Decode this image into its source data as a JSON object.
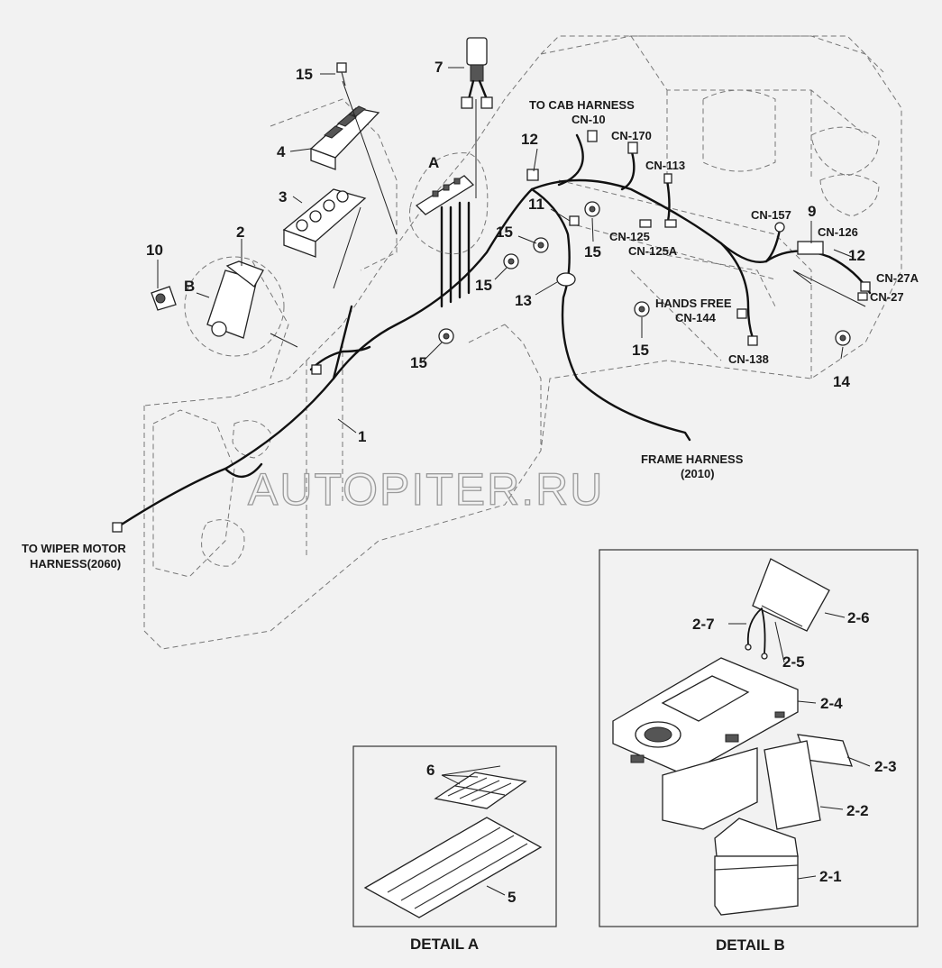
{
  "watermark": "AUTOPITER.RU",
  "labels": {
    "n15a": "15",
    "n7": "7",
    "n4": "4",
    "n3": "3",
    "n2": "2",
    "n10": "10",
    "nB": "B",
    "nA": "A",
    "n12a": "12",
    "n11": "11",
    "n15b": "15",
    "n15c": "15",
    "n15d": "15",
    "n13": "13",
    "n15e": "15",
    "n15f": "15",
    "n1": "1",
    "n9": "9",
    "n12b": "12",
    "n14": "14"
  },
  "connectors": {
    "to_cab_1": "TO CAB HARNESS",
    "to_cab_2": "CN-10",
    "cn170": "CN-170",
    "cn113": "CN-113",
    "cn157": "CN-157",
    "cn126": "CN-126",
    "cn125": "CN-125",
    "cn125a": "CN-125A",
    "cn27a": "CN-27A",
    "cn27": "CN-27",
    "hands_free_1": "HANDS FREE",
    "hands_free_2": "CN-144",
    "cn138": "CN-138",
    "frame_1": "FRAME HARNESS",
    "frame_2": "(2010)",
    "wiper_1": "TO WIPER MOTOR",
    "wiper_2": "HARNESS(2060)"
  },
  "detail_a": {
    "caption": "DETAIL  A",
    "n6": "6",
    "n5": "5"
  },
  "detail_b": {
    "caption": "DETAIL B",
    "n2_7": "2-7",
    "n2_6": "2-6",
    "n2_5": "2-5",
    "n2_4": "2-4",
    "n2_3": "2-3",
    "n2_2": "2-2",
    "n2_1": "2-1"
  }
}
